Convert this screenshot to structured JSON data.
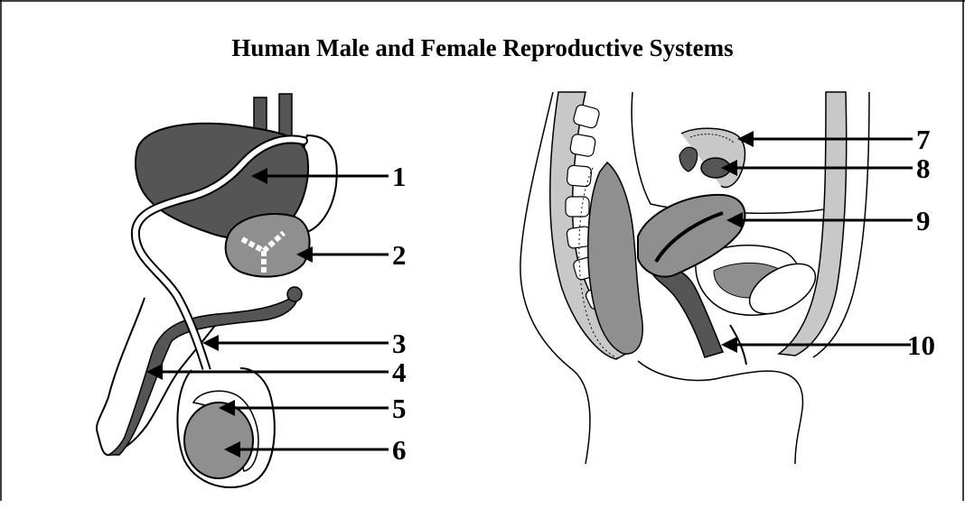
{
  "title": "Human Male and Female Reproductive Systems",
  "colors": {
    "dark_organ": "#555555",
    "mid_organ": "#8f8f8f",
    "light_organ": "#c8c8c8",
    "line": "#000000",
    "background": "#ffffff"
  },
  "male_labels": [
    "1",
    "2",
    "3",
    "4",
    "5",
    "6"
  ],
  "female_labels": [
    "7",
    "8",
    "9",
    "10"
  ]
}
